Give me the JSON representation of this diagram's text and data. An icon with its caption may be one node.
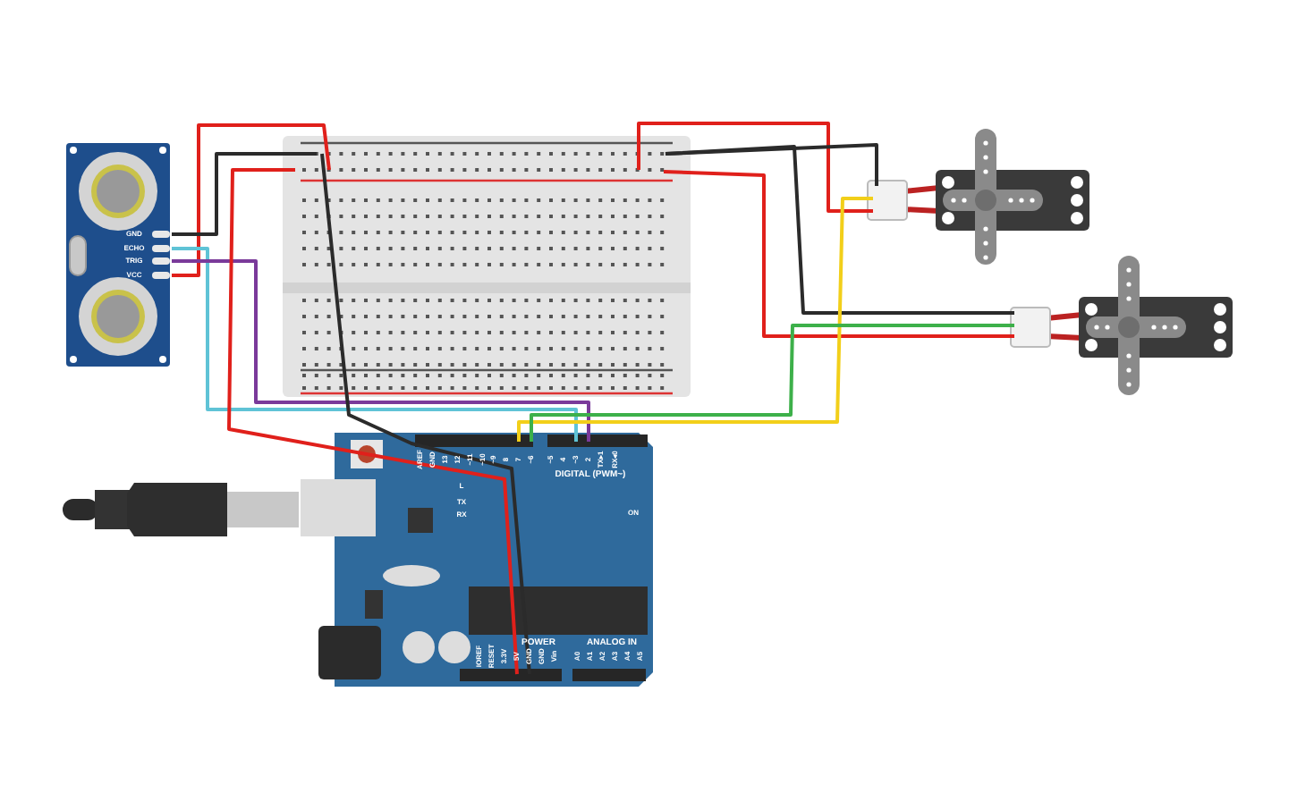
{
  "diagram": {
    "nodes": [
      {
        "text": [],
        "shape": "picture"
      },
      {
        "text": [],
        "shape": "picture"
      },
      {
        "text": [],
        "shape": "picture"
      },
      {
        "text": [],
        "shape": "picture"
      },
      {
        "text": [],
        "shape": "picture"
      }
    ],
    "edges": [
      {
        "from": 0,
        "to": 1,
        "arrow": "none",
        "color": "#e0201b"
      },
      {
        "from": 0,
        "to": 1,
        "arrow": "none",
        "color": "#2b2b2b"
      },
      {
        "from": 0,
        "to": 4,
        "arrow": "none",
        "color": "#5fc3d6"
      },
      {
        "from": 0,
        "to": 4,
        "arrow": "none",
        "color": "#7a3a9a"
      },
      {
        "from": 1,
        "to": 4,
        "arrow": "none",
        "color": "#e0201b"
      },
      {
        "from": 1,
        "to": 4,
        "arrow": "none",
        "color": "#2b2b2b"
      },
      {
        "from": 1,
        "to": 2,
        "arrow": "none",
        "color": "#e0201b"
      },
      {
        "from": 1,
        "to": 2,
        "arrow": "none",
        "color": "#2b2b2b"
      },
      {
        "from": 1,
        "to": 3,
        "arrow": "none",
        "color": "#2b2b2b"
      },
      {
        "from": 1,
        "to": 3,
        "arrow": "none",
        "color": "#e0201b"
      },
      {
        "from": 4,
        "to": 2,
        "arrow": "none",
        "color": "#f2cf1a"
      },
      {
        "from": 4,
        "to": 3,
        "arrow": "none",
        "color": "#3db04a"
      }
    ],
    "labels": [
      "GND",
      "ECHO",
      "TRIG",
      "VCC",
      "DIGITAL (PWM~)",
      "L",
      "TX",
      "RX",
      "ON",
      "POWER",
      "ANALOG IN",
      "AREF",
      "GND",
      "13",
      "12",
      "~11",
      "~10",
      "~9",
      "8",
      "7",
      "~6",
      "~5",
      "4",
      "~3",
      "2",
      "TX▸1",
      "RX◂0",
      "IOREF",
      "RESET",
      "3.3V",
      "5V",
      "GND",
      "GND",
      "Vin",
      "A0",
      "A1",
      "A2",
      "A3",
      "A4",
      "A5"
    ]
  }
}
